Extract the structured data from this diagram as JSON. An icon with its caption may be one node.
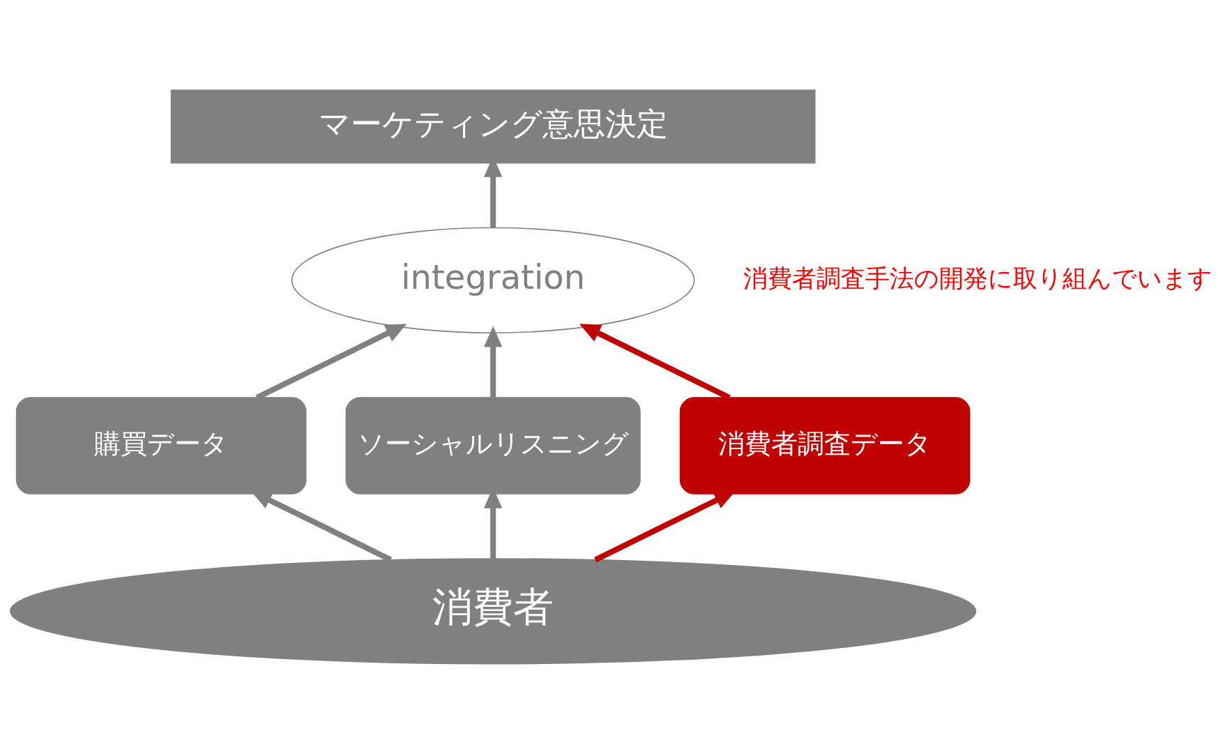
{
  "diagram": {
    "nodes": [
      {
        "text": [
          "マーケティング意思決定"
        ]
      },
      {
        "text": [
          "integration"
        ]
      },
      {
        "text": [
          "購買データ"
        ]
      },
      {
        "text": [
          "ソーシャルリスニング"
        ]
      },
      {
        "text": [
          "消費者調査データ"
        ]
      },
      {
        "text": [
          "消費者"
        ]
      }
    ],
    "edges": [
      {
        "from": 1,
        "to": 0,
        "arrow": "to"
      },
      {
        "from": 2,
        "to": 1,
        "arrow": "to"
      },
      {
        "from": 3,
        "to": 1,
        "arrow": "to"
      },
      {
        "from": 4,
        "to": 1,
        "arrow": "to",
        "color": "#c00000"
      },
      {
        "from": 5,
        "to": 2,
        "arrow": "to"
      },
      {
        "from": 5,
        "to": 3,
        "arrow": "to"
      },
      {
        "from": 5,
        "to": 4,
        "arrow": "to",
        "color": "#c00000"
      }
    ],
    "labels": [
      "消費者調査手法の開発に取り組んでいます"
    ]
  }
}
